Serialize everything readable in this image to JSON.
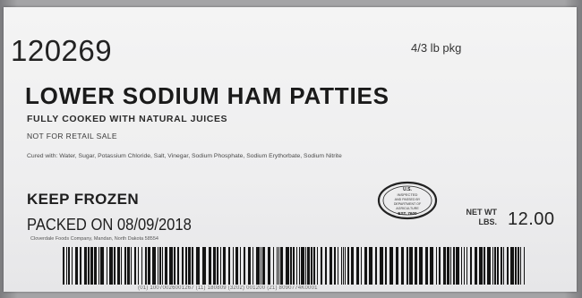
{
  "label": {
    "item_number": "120269",
    "package_size": "4/3 lb pkg",
    "product_name": "LOWER SODIUM HAM PATTIES",
    "subtitle": "FULLY COOKED WITH NATURAL JUICES",
    "retail_notice": "NOT FOR RETAIL SALE",
    "ingredients": "Cured with: Water, Sugar, Potassium Chloride, Salt, Vinegar, Sodium Phosphate, Sodium Erythorbate, Sodium Nitrite",
    "storage": "KEEP FROZEN",
    "packed_label": "PACKED ON",
    "packed_date": "08/09/2018",
    "company": "Cloverdale Foods Company, Mandan, North Dakota 58554",
    "net_wt_label": "NET WT",
    "lbs_label": "LBS.",
    "net_weight": "12.00",
    "inspection_seal": {
      "line1": "U.S.",
      "line2": "INSPECTED",
      "line3": "AND PASSED BY",
      "line4": "DEPARTMENT OF",
      "line5": "AGRICULTURE",
      "est": "EST. 7600"
    },
    "barcode_text": "(01) 10070026001267 (11) 180809 (3202) 001200 (21) 8090774K0001"
  }
}
